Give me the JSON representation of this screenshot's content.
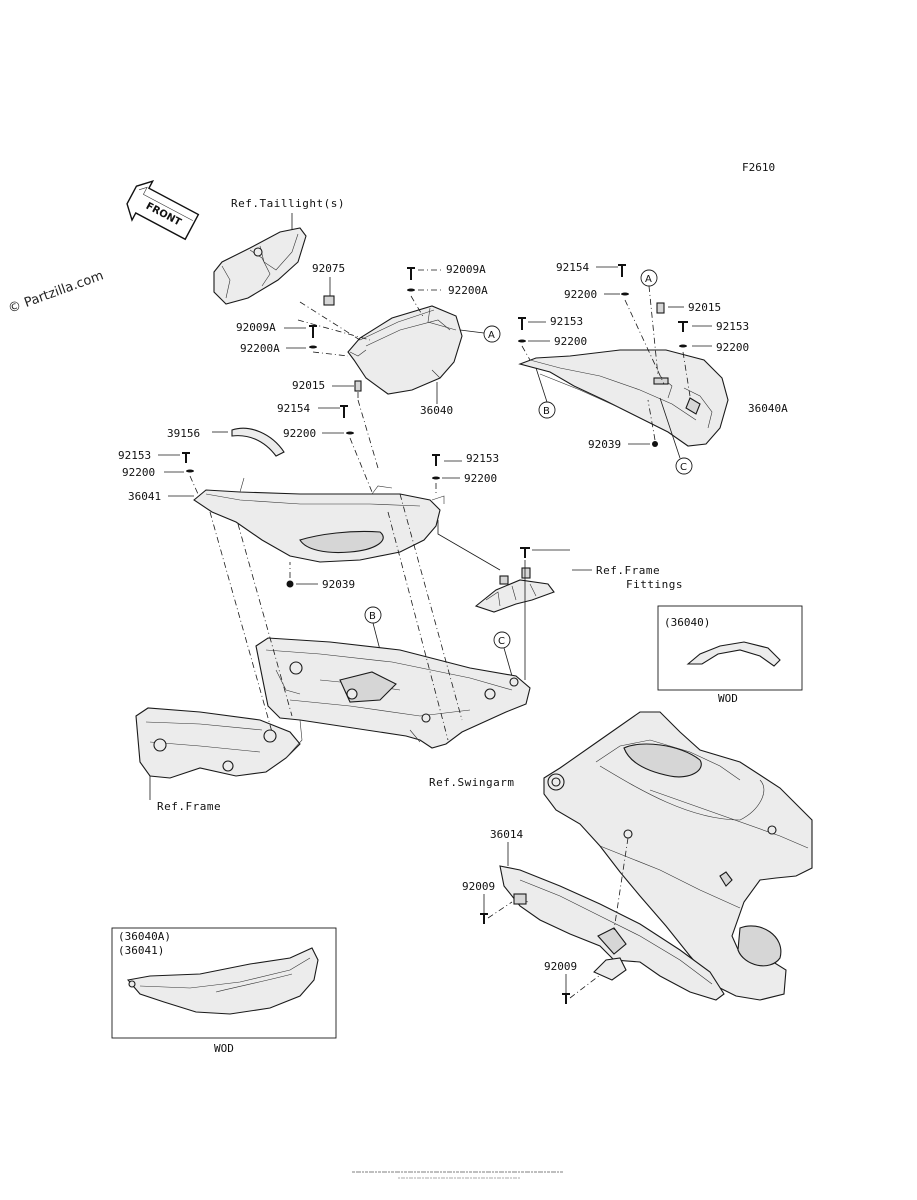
{
  "figure_code": "F2610",
  "watermark": "© Partzilla.com",
  "front_arrow": "FRONT",
  "callouts": {
    "tail_cover_upper": "36040",
    "tail_cover_upper_a": "36040A",
    "side_cover": "36041",
    "chain_cover": "36014",
    "trim": "39156",
    "damper": "92075",
    "clip_a": "92015",
    "clip_b": "92015"
  },
  "fasteners": [
    {
      "id": "92009A",
      "label": "92009A"
    },
    {
      "id": "92200A",
      "label": "92200A"
    },
    {
      "id": "92009A_l",
      "label": "92009A"
    },
    {
      "id": "92200A_l",
      "label": "92200A"
    },
    {
      "id": "92154_a",
      "label": "92154"
    },
    {
      "id": "92200_a",
      "label": "92200"
    },
    {
      "id": "92153_a",
      "label": "92153"
    },
    {
      "id": "92200_b",
      "label": "92200"
    },
    {
      "id": "92153_b",
      "label": "92153"
    },
    {
      "id": "92200_c",
      "label": "92200"
    },
    {
      "id": "92039_a",
      "label": "92039"
    },
    {
      "id": "92154_b",
      "label": "92154"
    },
    {
      "id": "92200_d",
      "label": "92200"
    },
    {
      "id": "92153_c",
      "label": "92153"
    },
    {
      "id": "92200_e",
      "label": "92200"
    },
    {
      "id": "92153_d",
      "label": "92153"
    },
    {
      "id": "92200_f",
      "label": "92200"
    },
    {
      "id": "92039_b",
      "label": "92039"
    },
    {
      "id": "92009_a",
      "label": "92009"
    },
    {
      "id": "92009_b",
      "label": "92009"
    }
  ],
  "refs": {
    "taillight": "Ref.Taillight(s)",
    "frame_fittings_1": "Ref.Frame",
    "frame_fittings_2": "Fittings",
    "frame": "Ref.Frame",
    "swingarm": "Ref.Swingarm"
  },
  "markers": {
    "a": "A",
    "b": "B",
    "c": "C"
  },
  "insets": {
    "wod_right_code": "(36040)",
    "wod_right_label": "WOD",
    "wod_left_code1": "(36040A)",
    "wod_left_code2": "(36041)",
    "wod_left_label": "WOD"
  }
}
